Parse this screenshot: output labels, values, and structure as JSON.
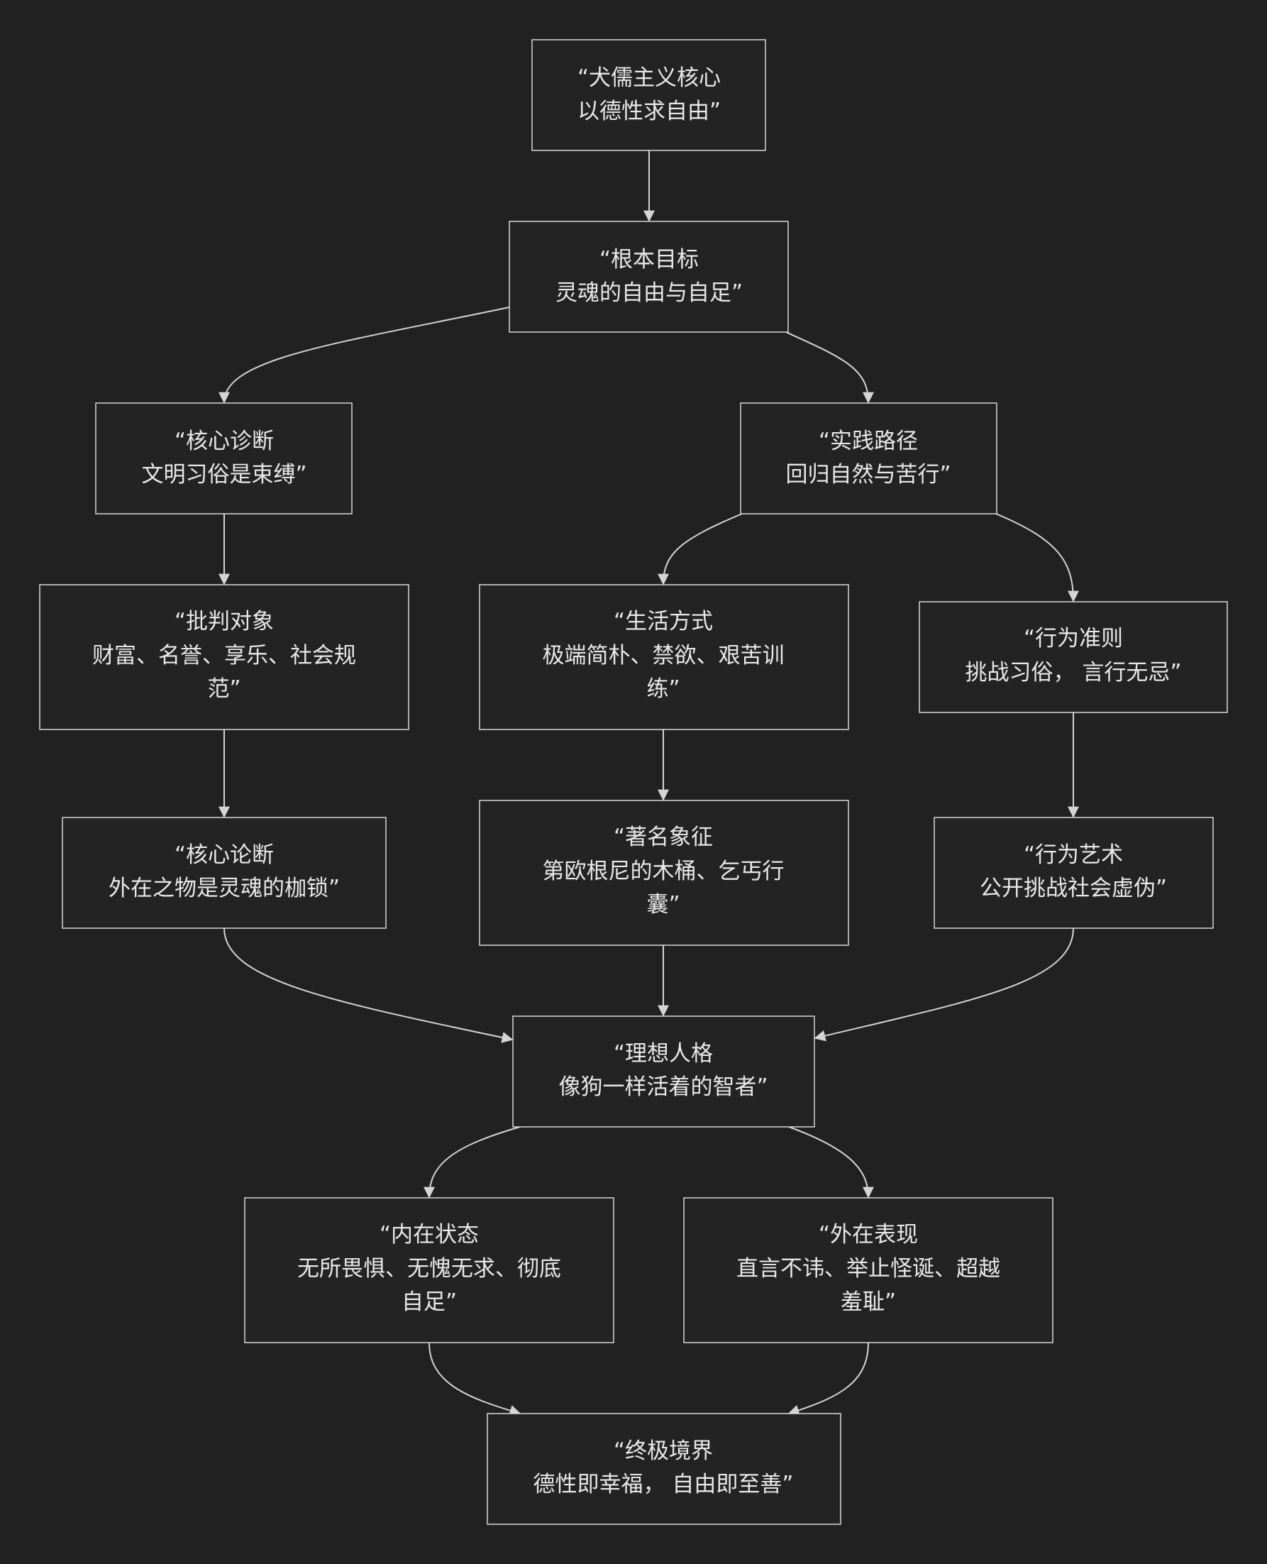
{
  "diagram": {
    "nodes": {
      "core": {
        "lines": [
          "“犬儒主义核心",
          "以德性求自由”"
        ]
      },
      "goal": {
        "lines": [
          "“根本目标",
          "灵魂的自由与自足”"
        ]
      },
      "diagnosis": {
        "lines": [
          "“核心诊断",
          "文明习俗是束缚”"
        ]
      },
      "path": {
        "lines": [
          "“实践路径",
          "回归自然与苦行”"
        ]
      },
      "critique": {
        "lines": [
          "“批判对象",
          "财富、名誉、享乐、社会规",
          "范”"
        ]
      },
      "lifestyle": {
        "lines": [
          "“生活方式",
          "极端简朴、禁欲、艰苦训",
          "练”"
        ]
      },
      "principle": {
        "lines": [
          "“行为准则",
          "挑战习俗， 言行无忌”"
        ]
      },
      "thesis": {
        "lines": [
          "“核心论断",
          "外在之物是灵魂的枷锁”"
        ]
      },
      "symbol": {
        "lines": [
          "“著名象征",
          "第欧根尼的木桶、乞丐行",
          "囊”"
        ]
      },
      "art": {
        "lines": [
          "“行为艺术",
          "公开挑战社会虚伪”"
        ]
      },
      "ideal": {
        "lines": [
          "“理想人格",
          "像狗一样活着的智者”"
        ]
      },
      "inner": {
        "lines": [
          "“内在状态",
          "无所畏惧、无愧无求、彻底",
          "自足”"
        ]
      },
      "outer": {
        "lines": [
          "“外在表现",
          "直言不讳、举止怪诞、超越",
          "羞耻”"
        ]
      },
      "ultimate": {
        "lines": [
          "“终极境界",
          "德性即幸福， 自由即至善”"
        ]
      }
    }
  }
}
